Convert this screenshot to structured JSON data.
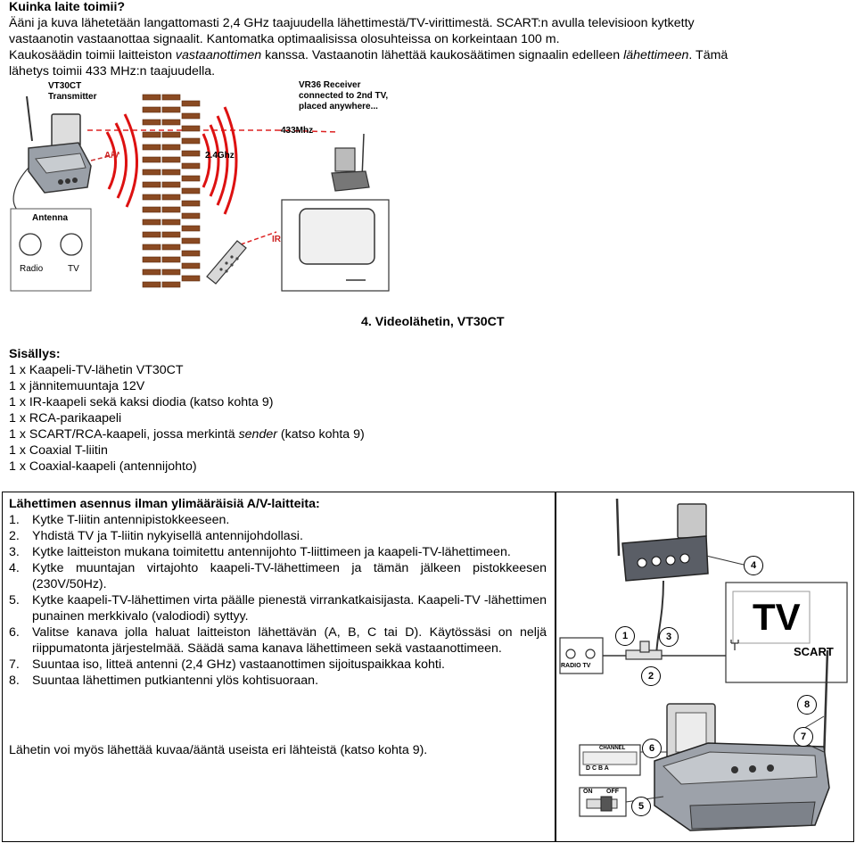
{
  "intro": {
    "heading": "Kuinka laite toimii?",
    "line1": "Ääni ja kuva lähetetään langattomasti 2,4 GHz taajuudella lähettimestä/TV-virittimestä. SCART:n avulla televisioon kytketty",
    "line2": "vastaanotin vastaanottaa signaalit. Kantomatka optimaalisissa olosuhteissa on korkeintaan 100 m.",
    "line3_a": "Kaukosäädin toimii laitteiston ",
    "line3_i": "vastaanottimen",
    "line3_b": " kanssa. Vastaanotin lähettää kaukosäätimen signaalin edelleen ",
    "line3_i2": "lähettimeen",
    "line3_c": ". Tämä",
    "line4": "lähetys toimii 433 MHz:n taajuudella."
  },
  "figure1": {
    "transmitter_label_1": "VT30CT",
    "transmitter_label_2": "Transmitter",
    "receiver_label_1": "VR36 Receiver",
    "receiver_label_2": "connected to 2nd TV,",
    "receiver_label_3": "placed anywhere...",
    "freq_433": "433Mhz",
    "av": "A/V",
    "freq_24": "2.4Ghz",
    "ir": "IR",
    "antenna": "Antenna",
    "radio": "Radio",
    "tv": "TV"
  },
  "section4": {
    "title": "4. Videolähetin, VT30CT",
    "contents_heading": "Sisällys:",
    "contents": [
      "1 x Kaapeli-TV-lähetin VT30CT",
      "1 x jännitemuuntaja 12V",
      "1 x IR-kaapeli sekä kaksi diodia (katso kohta 9)",
      "1 x RCA-parikaapeli"
    ],
    "scart_a": "1 x SCART/RCA-kaapeli, jossa merkintä ",
    "scart_i": "sender",
    "scart_b": " (katso kohta 9)",
    "contents2": [
      "1 x Coaxial T-liitin",
      "1 x Coaxial-kaapeli (antennijohto)"
    ]
  },
  "install": {
    "heading": "Lähettimen asennus ilman ylimääräisiä A/V-laitteita:",
    "steps": [
      {
        "num": "1.",
        "text": "Kytke T-liitin antennipistokkeeseen."
      },
      {
        "num": "2.",
        "text": "Yhdistä TV ja T-liitin nykyisellä antennijohdollasi."
      },
      {
        "num": "3.",
        "text": "Kytke laitteiston mukana toimitettu antennijohto T-liittimeen ja kaapeli-TV-lähettimeen."
      },
      {
        "num": "4.",
        "text": "Kytke muuntajan virtajohto kaapeli-TV-lähettimeen ja tämän jälkeen pistokkeesen (230V/50Hz)."
      },
      {
        "num": "5.",
        "text": "Kytke kaapeli-TV-lähettimen virta päälle pienestä virrankatkaisijasta. Kaapeli-TV -lähettimen punainen merkkivalo (valodiodi) syttyy."
      },
      {
        "num": "6.",
        "text": "Valitse kanava jolla haluat laitteiston lähettävän (A, B, C tai D). Käytössäsi on neljä riippumatonta järjestelmää. Säädä sama kanava lähettimeen sekä vastaanottimeen."
      },
      {
        "num": "7.",
        "text": "Suuntaa iso, litteä antenni (2,4 GHz) vastaanottimen sijoituspaikkaa kohti."
      },
      {
        "num": "8.",
        "text": "Suuntaa lähettimen putkiantenni ylös kohtisuoraan."
      }
    ],
    "footer": "Lähetin voi myös lähettää kuvaa/ääntä useista eri lähteistä (katso kohta 9)."
  },
  "figure2": {
    "tv_big": "TV",
    "scart": "SCART",
    "radio_tv": "RADIO TV",
    "channel": "CHANNEL",
    "channel_letters": "D C B A",
    "on": "ON",
    "off": "OFF",
    "callouts": [
      "1",
      "2",
      "3",
      "4",
      "5",
      "6",
      "7",
      "8"
    ]
  }
}
